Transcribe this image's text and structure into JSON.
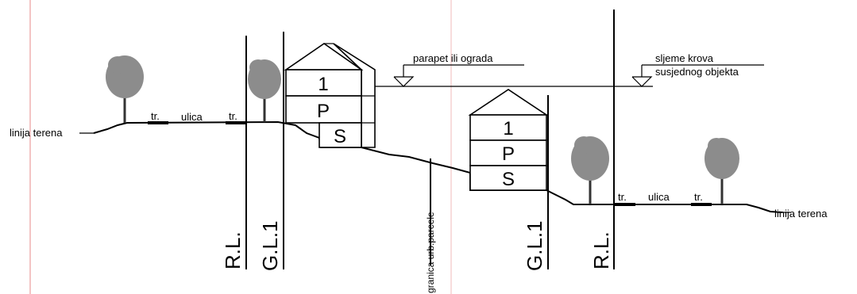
{
  "labels": {
    "terrain_left": "linija terena",
    "terrain_right": "linija terena",
    "street_left": "ulica",
    "street_right": "ulica",
    "tr_1": "tr.",
    "tr_2": "tr.",
    "tr_3": "tr.",
    "tr_4": "tr.",
    "parapet": "parapet ili ograda",
    "ridge_line1": "sljeme krova",
    "ridge_line2": "susjednog objekta",
    "rl_left": "R.L.",
    "gl_left": "G.L.1",
    "parcel_boundary": "granica urb.parcele",
    "gl_right": "G.L.1",
    "rl_right": "R.L."
  },
  "building_left": {
    "floor_top": "1",
    "floor_mid": "P",
    "floor_base": "S"
  },
  "building_right": {
    "floor_top": "1",
    "floor_mid": "P",
    "floor_base": "S"
  },
  "colors": {
    "line": "#000000",
    "background": "#ffffff",
    "tree": "#8c8c8c"
  }
}
